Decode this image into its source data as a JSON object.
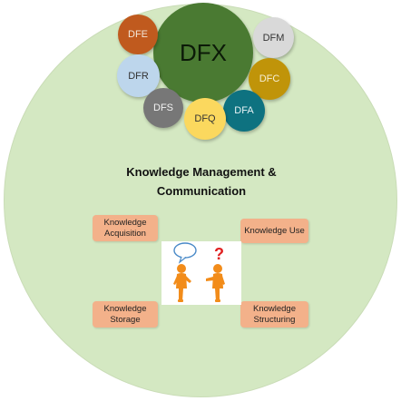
{
  "bubbles": {
    "dfx": "DFX",
    "dfe": "DFE",
    "dfm": "DFM",
    "dfr": "DFR",
    "dfc": "DFC",
    "dfs": "DFS",
    "dfa": "DFA",
    "dfq": "DFQ"
  },
  "title_line1": "Knowledge Management &",
  "title_line2": "Communication",
  "boxes": {
    "acquisition": [
      "Knowledge",
      "Acquisition"
    ],
    "use": "Knowledge Use",
    "storage": [
      "Knowledge",
      "Storage"
    ],
    "structuring": [
      "Knowledge",
      "Structuring"
    ]
  },
  "illustration": {
    "question_mark": "?",
    "figure_color": "#f28c1a",
    "question_color": "#e02020",
    "speech_bubble_color": "#4a8ac8"
  },
  "colors": {
    "background_circle": "#d4e8c2",
    "box_fill": "#f3b18a"
  }
}
